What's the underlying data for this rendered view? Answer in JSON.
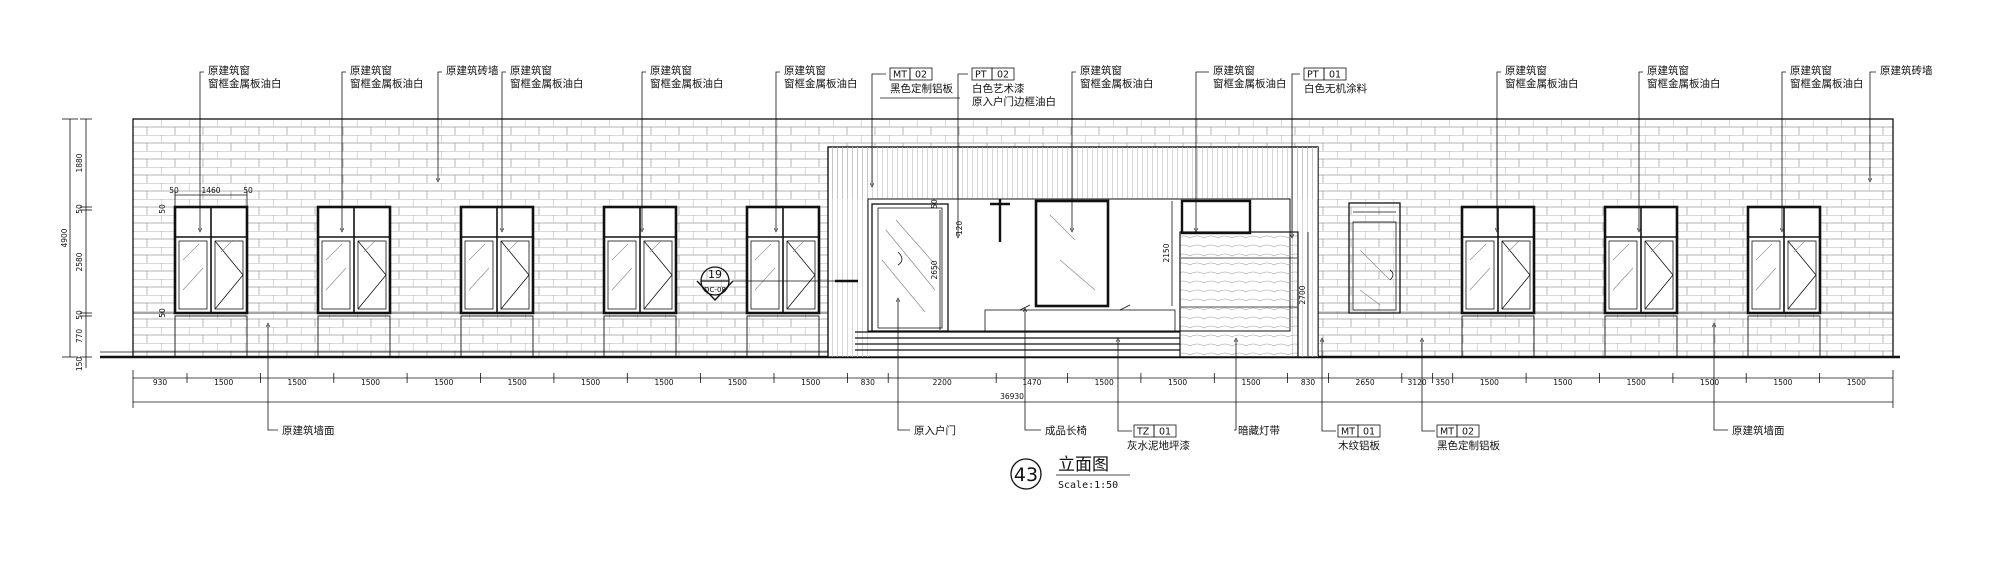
{
  "drawing": {
    "number": "43",
    "title": "立面图",
    "scale": "Scale:1:50",
    "section_marker": {
      "number": "19",
      "ref": "DC-08"
    }
  },
  "notes": [
    {
      "id": "n1",
      "lines": [
        "原建筑窗",
        "窗框金属板油白"
      ]
    },
    {
      "id": "n2",
      "lines": [
        "原建筑窗",
        "窗框金属板油白"
      ]
    },
    {
      "id": "n3",
      "lines": [
        "原建筑砖墙"
      ]
    },
    {
      "id": "n4",
      "lines": [
        "原建筑窗",
        "窗框金属板油白"
      ]
    },
    {
      "id": "n5",
      "lines": [
        "原建筑窗",
        "窗框金属板油白"
      ]
    },
    {
      "id": "n6",
      "lines": [
        "原建筑窗",
        "窗框金属板油白"
      ]
    },
    {
      "id": "n7",
      "tag": [
        "MT",
        "02"
      ],
      "lines": [
        "黑色定制铝板"
      ]
    },
    {
      "id": "n8",
      "tag": [
        "PT",
        "02"
      ],
      "lines": [
        "白色艺术漆",
        "原入户门边框油白"
      ]
    },
    {
      "id": "n9",
      "lines": [
        "原建筑窗",
        "窗框金属板油白"
      ]
    },
    {
      "id": "n10",
      "lines": [
        "原建筑窗",
        "窗框金属板油白"
      ]
    },
    {
      "id": "n11",
      "tag": [
        "PT",
        "01"
      ],
      "lines": [
        "白色无机涂料"
      ]
    },
    {
      "id": "n12",
      "lines": [
        "原建筑窗",
        "窗框金属板油白"
      ]
    },
    {
      "id": "n13",
      "lines": [
        "原建筑窗",
        "窗框金属板油白"
      ]
    },
    {
      "id": "n14",
      "lines": [
        "原建筑窗",
        "窗框金属板油白"
      ]
    },
    {
      "id": "n15",
      "lines": [
        "原建筑砖墙"
      ]
    },
    {
      "id": "b1",
      "lines": [
        "原建筑墙面"
      ]
    },
    {
      "id": "b2",
      "lines": [
        "原入户门"
      ]
    },
    {
      "id": "b3",
      "lines": [
        "成品长椅"
      ]
    },
    {
      "id": "b4",
      "tag": [
        "TZ",
        "01"
      ],
      "lines": [
        "灰水泥地坪漆"
      ]
    },
    {
      "id": "b5",
      "lines": [
        "暗藏灯带"
      ]
    },
    {
      "id": "b6",
      "tag": [
        "MT",
        "01"
      ],
      "lines": [
        "木纹铝板"
      ]
    },
    {
      "id": "b7",
      "tag": [
        "MT",
        "02"
      ],
      "lines": [
        "黑色定制铝板"
      ]
    },
    {
      "id": "b8",
      "lines": [
        "原建筑墙面"
      ]
    }
  ],
  "dimensions": {
    "horizontal": [
      "930",
      "1500",
      "1500",
      "1500",
      "1500",
      "1500",
      "1500",
      "1500",
      "1500",
      "1500",
      "830",
      "2200",
      "1470",
      "1500",
      "1500",
      "1500",
      "830",
      "2650",
      "3120",
      "350",
      "1500",
      "1500",
      "1500",
      "1500",
      "1500",
      "1500"
    ],
    "total": "36930",
    "vertical_outer": "4900",
    "vertical_parts": [
      "1880",
      "50",
      "2580",
      "50",
      "770"
    ],
    "ground": "150",
    "window_width": "1460",
    "window_edge": "50",
    "door_height": "2650",
    "door_top": "50",
    "center_window_height": "2150",
    "panel_height": "2700",
    "mark_120": "120"
  }
}
